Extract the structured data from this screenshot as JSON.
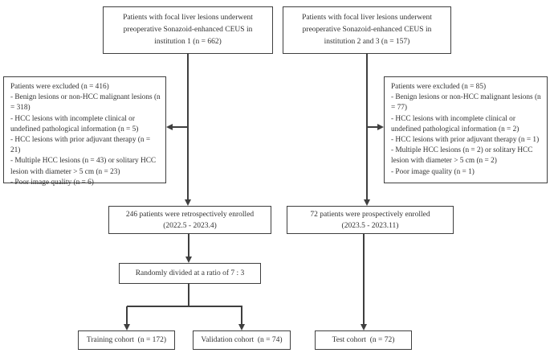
{
  "diagram_type": "patient-enrollment-flowchart",
  "colors": {
    "line": "#3f3f3f",
    "text": "#323232",
    "background": "#ffffff"
  },
  "boxes": {
    "inst1": {
      "lines": [
        "Patients with focal liver lesions underwent",
        "preoperative Sonazoid-enhanced CEUS in",
        "institution 1 (n = 662)"
      ]
    },
    "inst23": {
      "lines": [
        "Patients with focal liver lesions underwent",
        "preoperative Sonazoid-enhanced CEUS in",
        "institution 2 and 3 (n = 157)"
      ]
    },
    "excluded_left": {
      "title": "Patients were excluded (n = 416)",
      "items": [
        "- Benign lesions or non-HCC malignant lesions (n = 318)",
        "- HCC lesions with incomplete clinical or undefined pathological information (n = 5)",
        "- HCC lesions with prior adjuvant therapy (n = 21)",
        "- Multiple HCC lesions (n = 43) or solitary HCC lesion with diameter > 5 cm (n = 23)",
        "- Poor image quality (n = 6)"
      ]
    },
    "excluded_right": {
      "title": "Patients were excluded (n = 85)",
      "items": [
        "- Benign lesions or non-HCC malignant lesions (n = 77)",
        "- HCC lesions with incomplete clinical or undefined pathological information (n = 2)",
        "- HCC lesions with prior adjuvant therapy (n = 1)",
        "- Multiple HCC lesions (n = 2) or solitary HCC lesion with diameter > 5 cm (n = 2)",
        "- Poor image quality (n = 1)"
      ]
    },
    "enrolled_retro": {
      "lines": [
        "246 patients were retrospectively enrolled",
        "(2022.5 - 2023.4)"
      ]
    },
    "enrolled_pros": {
      "lines": [
        "72 patients were prospectively enrolled",
        "(2023.5 - 2023.11)"
      ]
    },
    "random_split": {
      "text": "Randomly divided at a ratio of 7 : 3"
    },
    "training": {
      "text": "Training cohort  (n = 172)"
    },
    "validation": {
      "text": "Validation cohort  (n = 74)"
    },
    "test": {
      "text": "Test cohort  (n = 72)"
    }
  }
}
